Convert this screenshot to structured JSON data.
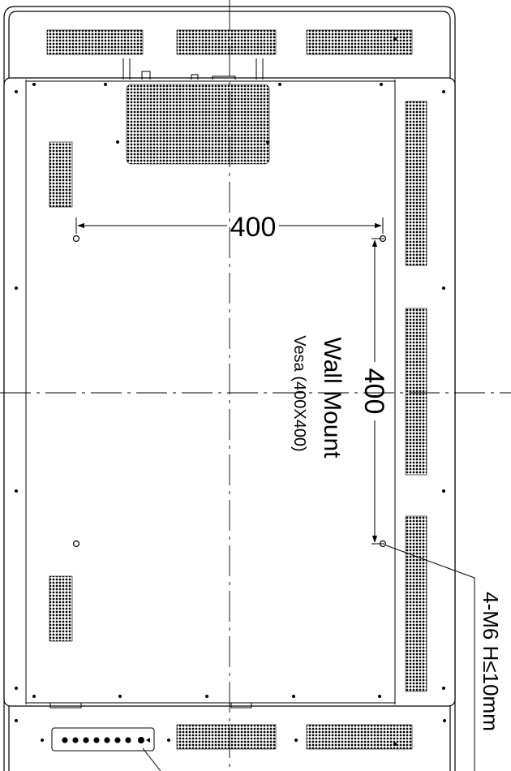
{
  "drawing": {
    "dimension_horizontal": "400",
    "dimension_vertical": "400",
    "title": "Wall Mount",
    "subtitle": "Vesa (400X400)",
    "screw_callout": "4-M6 H≤10mm"
  },
  "icons": {
    "mount_hole": "circle-hole-icon",
    "fastener": "screw-dot-icon",
    "vent": "vent-grille-icon",
    "port": "io-port-icon"
  },
  "colors": {
    "line": "#000000",
    "background": "#ffffff"
  }
}
